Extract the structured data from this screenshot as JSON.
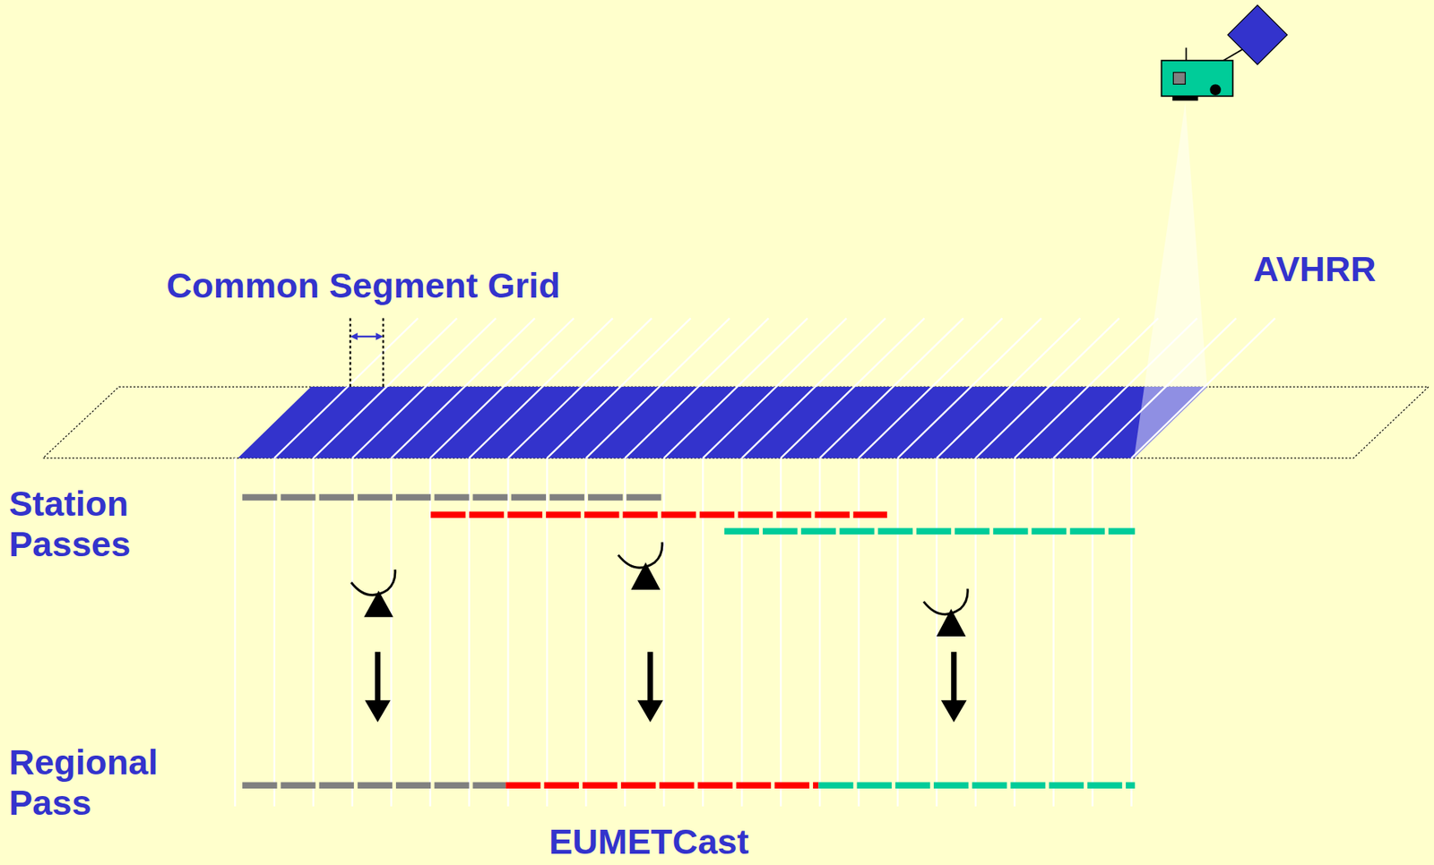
{
  "diagram": {
    "labels": [
      "AVHRR",
      "Common Segment Grid",
      "Station Passes",
      "Regional Pass",
      "EUMETCast"
    ]
  }
}
